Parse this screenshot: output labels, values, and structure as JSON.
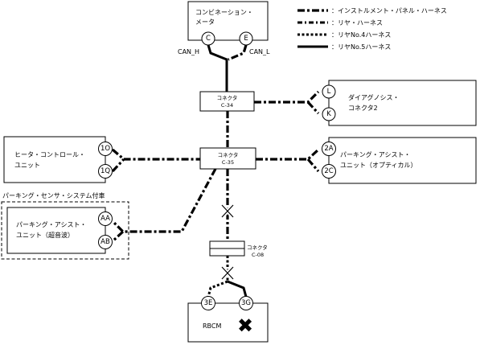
{
  "legend": {
    "items": [
      {
        "style": "instrument-panel",
        "label": "：インストルメント・パネル・ハーネス"
      },
      {
        "style": "rear",
        "label": "：リヤ・ハーネス"
      },
      {
        "style": "rear-no4",
        "label": "：リヤNo.4ハーネス"
      },
      {
        "style": "rear-no5",
        "label": "：リヤNo.5ハーネス"
      }
    ]
  },
  "combination_meter": {
    "name_line1": "コンビネーション・",
    "name_line2": "メータ",
    "pin_c": "C",
    "pin_e": "E",
    "can_h": "CAN_H",
    "can_l": "CAN_L"
  },
  "connector_c34": {
    "label": "コネクタ",
    "code": "C-34"
  },
  "connector_c35": {
    "label": "コネクタ",
    "code": "C-35"
  },
  "connector_c08": {
    "label": "コネクタ",
    "code": "C-08"
  },
  "diagnosis_connector": {
    "name_line1": "ダイアグノシス・",
    "name_line2": "コネクタ2",
    "pin_l": "L",
    "pin_k": "K"
  },
  "heater_control": {
    "name_line1": "ヒータ・コントロール・",
    "name_line2": "ユニット",
    "pin_1o": "1O",
    "pin_1q": "1Q"
  },
  "parking_assist_optical": {
    "name_line1": "パーキング・アシスト・",
    "name_line2": "ユニット（オプティカル）",
    "pin_2a": "2A",
    "pin_2c": "2C"
  },
  "parking_sensor_group": {
    "title": "パーキング・センサ・システム付車"
  },
  "parking_assist_ultrasonic": {
    "name_line1": "パーキング・アシスト・",
    "name_line2": "ユニット（超音波）",
    "pin_aa": "AA",
    "pin_ab": "AB"
  },
  "rbcm": {
    "name": "RBCM",
    "pin_3e": "3E",
    "pin_3g": "3G",
    "fault_mark": "✖"
  },
  "colors": {
    "line": "#000000",
    "background": "#ffffff"
  }
}
